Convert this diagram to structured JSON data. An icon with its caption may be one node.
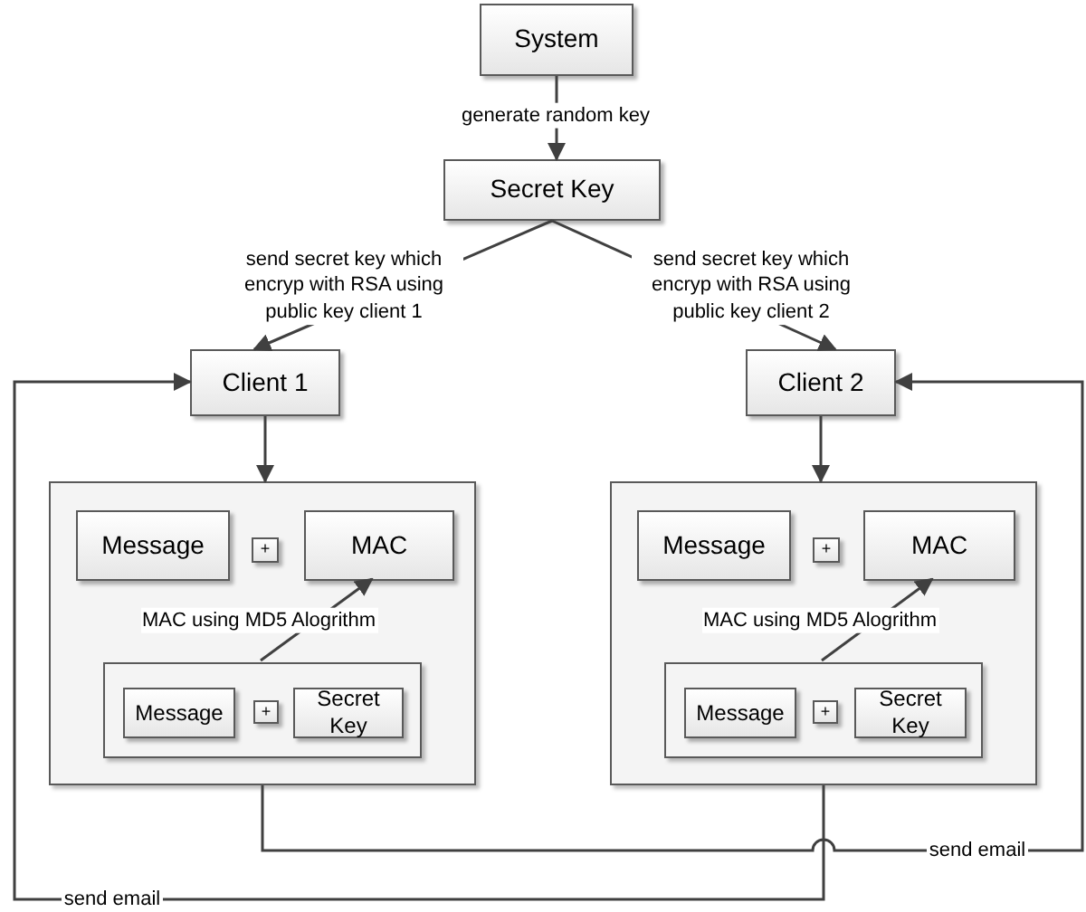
{
  "diagram": {
    "nodes": [
      {
        "text": [
          "System"
        ]
      },
      {
        "text": [
          "Secret Key"
        ]
      },
      {
        "text": [
          "Client 1"
        ]
      },
      {
        "text": [
          "Client 2"
        ]
      },
      {
        "text": [],
        "shape": "box"
      },
      {
        "text": [
          "Message"
        ],
        "in": 4
      },
      {
        "text": [
          "+"
        ],
        "in": 4
      },
      {
        "text": [
          "MAC"
        ],
        "in": 4
      },
      {
        "text": [],
        "shape": "box",
        "in": 4
      },
      {
        "text": [
          "Message"
        ],
        "in": 8
      },
      {
        "text": [
          "+"
        ],
        "in": 8
      },
      {
        "text": [
          "Secret Key"
        ],
        "in": 8
      },
      {
        "text": [],
        "shape": "box"
      },
      {
        "text": [
          "Message"
        ],
        "in": 12
      },
      {
        "text": [
          "+"
        ],
        "in": 12
      },
      {
        "text": [
          "MAC"
        ],
        "in": 12
      },
      {
        "text": [],
        "shape": "box",
        "in": 12
      },
      {
        "text": [
          "Message"
        ],
        "in": 16
      },
      {
        "text": [
          "+"
        ],
        "in": 16
      },
      {
        "text": [
          "Secret Key"
        ],
        "in": 16
      }
    ],
    "edges": [
      {
        "from": 0,
        "to": 1,
        "arrow": "to",
        "label": "generate random key"
      },
      {
        "from": 1,
        "to": 2,
        "arrow": "to",
        "label": "send secret key which encryp with RSA using public key client 1"
      },
      {
        "from": 1,
        "to": 3,
        "arrow": "to",
        "label": "send secret key which encryp with RSA using public key client 2"
      },
      {
        "from": 2,
        "to": 4,
        "arrow": "to"
      },
      {
        "from": 3,
        "to": 12,
        "arrow": "to"
      },
      {
        "from": 8,
        "to": 7,
        "arrow": "to",
        "label": "MAC using MD5 Alogrithm"
      },
      {
        "from": 16,
        "to": 15,
        "arrow": "to",
        "label": "MAC using MD5 Alogrithm"
      },
      {
        "from": 4,
        "to": 3,
        "arrow": "to",
        "label": "send email"
      },
      {
        "from": 12,
        "to": 2,
        "arrow": "to",
        "label": "send email"
      }
    ]
  }
}
